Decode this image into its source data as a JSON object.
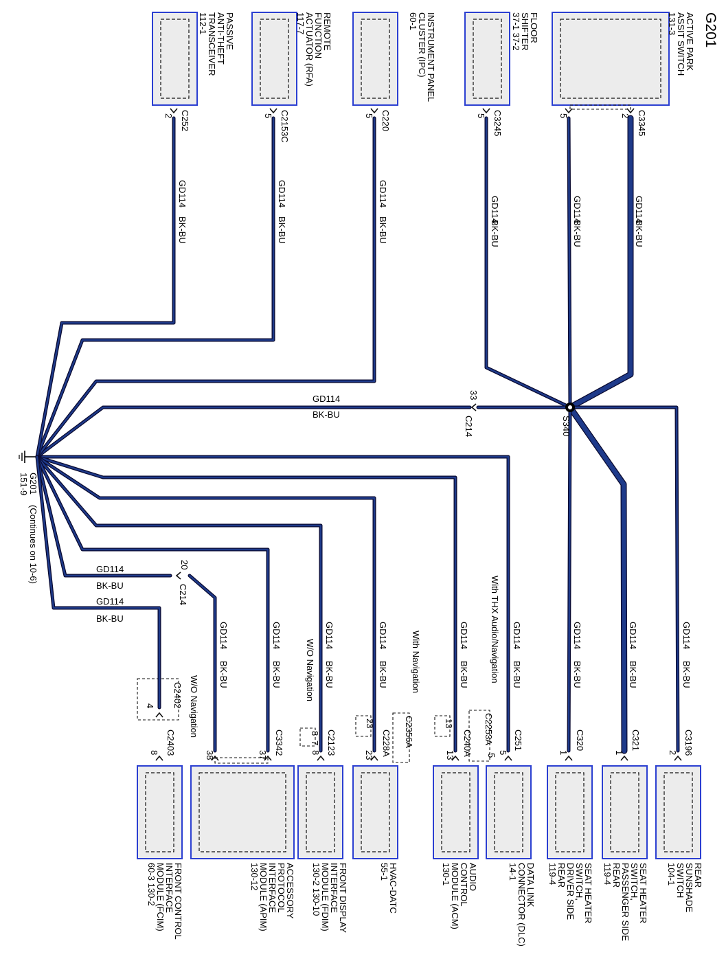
{
  "diagram": {
    "title": "G201",
    "ground": {
      "name": "G201",
      "ref": "151-9",
      "continues": "(Continues on 10-6)"
    },
    "splice": "S340",
    "wire_code": "GD114",
    "wire_color": "BK-BU",
    "colors": {
      "wire_outline": "#0a0a30",
      "wire_fill": "#1e3a8a",
      "box_border": "#2b3fd1",
      "box_fill": "#ececec"
    },
    "inline_connectors": [
      {
        "id": "C214",
        "pin": "33"
      },
      {
        "id": "C214",
        "pin": "20"
      }
    ],
    "top_components": [
      {
        "name_lines": [
          "ACTIVE PARK",
          "ASSIT SWITCH",
          "131-3"
        ],
        "connector": "C3345",
        "pins": [
          "5",
          "2"
        ]
      },
      {
        "name_lines": [
          "FLOOR",
          "SHIFTER",
          "37-1   37-2"
        ],
        "connector": "C3245",
        "pins": [
          "5"
        ]
      },
      {
        "name_lines": [
          "INSTRUMENT PANEL",
          "CLUSTER (IPC)",
          "60-1"
        ],
        "connector": "C220",
        "pins": [
          "5"
        ]
      },
      {
        "name_lines": [
          "REMOTE",
          "FUNCTION",
          "ACTUATOR (RFA)",
          "117-7"
        ],
        "connector": "C2153C",
        "pins": [
          "5"
        ]
      },
      {
        "name_lines": [
          "PASSIVE",
          "ANTI-THEFT",
          "TRANSCEIVER",
          "112-1"
        ],
        "connector": "C252",
        "pins": [
          "2"
        ]
      }
    ],
    "bottom_components": [
      {
        "name_lines": [
          "REAR",
          "SUNSHADE",
          "SWITCH",
          "104-1"
        ],
        "connector": "C3196",
        "pins": [
          "2"
        ]
      },
      {
        "name_lines": [
          "SEAT HEATER",
          "SWITCH,",
          "PASSENGER SIDE",
          "REAR",
          "119-4"
        ],
        "connector": "C321",
        "pins": [
          "1"
        ]
      },
      {
        "name_lines": [
          "SEAT HEATER",
          "SWITCH,",
          "DRIVER SIDE",
          "REAR",
          "119-4"
        ],
        "connector": "C320",
        "pins": [
          "1"
        ]
      },
      {
        "name_lines": [
          "DATA LINK",
          "CONNECTOR (DLC)",
          "14-1"
        ],
        "connector": "C251",
        "alt_connector": "C2253A",
        "pins": [
          "5"
        ]
      },
      {
        "name_lines": [
          "AUDIO",
          "CONTROL",
          "MODULE (ACM)",
          "130-1"
        ],
        "connector": "C240A",
        "alt_pin": "13",
        "pins": [
          "13"
        ]
      },
      {
        "name_lines": [
          "HVAC-DATC",
          "55-1"
        ],
        "connector": "C228A",
        "alt_connector": "C2356A",
        "alt_pin": "23",
        "pins": [
          "23"
        ]
      },
      {
        "name_lines": [
          "FRONT DISPLAY",
          "INTERFACE",
          "MODULE (FDIM)",
          "130-2   130-10"
        ],
        "connector": "C2123",
        "pins": [
          "8",
          "7"
        ]
      },
      {
        "name_lines": [
          "ACCESSORY",
          "PROTOCOL",
          "INTERFACE",
          "MODULE (APIM)",
          "130-12"
        ],
        "connector": "C3342",
        "pins": [
          "38",
          "37"
        ]
      },
      {
        "name_lines": [
          "FRONT CONTROL",
          "INTERFACE",
          "MODULE (FCIM)",
          "60-3   130-2"
        ],
        "connector": "C2403",
        "alt_connector": "C2402",
        "alt_pin": "4",
        "pins": [
          "8"
        ]
      }
    ],
    "notes": {
      "with_thx": "With THX Audio/Navigation",
      "with_nav": "With Navigation",
      "wo_nav_fdim": "W/O Navigation",
      "wo_nav_fcim": "W/O Navigation"
    }
  }
}
